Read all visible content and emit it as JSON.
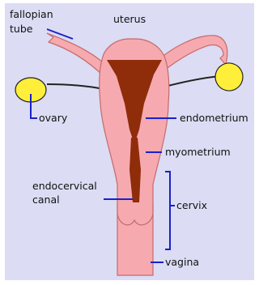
{
  "colors": {
    "panel": "#dcdcf4",
    "tissue": "#f6aab0",
    "tissue_outline": "#c46a6a",
    "endometrium": "#8f2c0a",
    "ovary": "#ffef3a",
    "leader": "#1a20c8",
    "text": "#111111"
  },
  "labels": {
    "fallopian_tube_1": "fallopian",
    "fallopian_tube_2": "tube",
    "uterus": "uterus",
    "ovary": "ovary",
    "endometrium": "endometrium",
    "myometrium": "myometrium",
    "endocervical_canal_1": "endocervical",
    "endocervical_canal_2": "canal",
    "cervix": "cervix",
    "vagina": "vagina"
  }
}
